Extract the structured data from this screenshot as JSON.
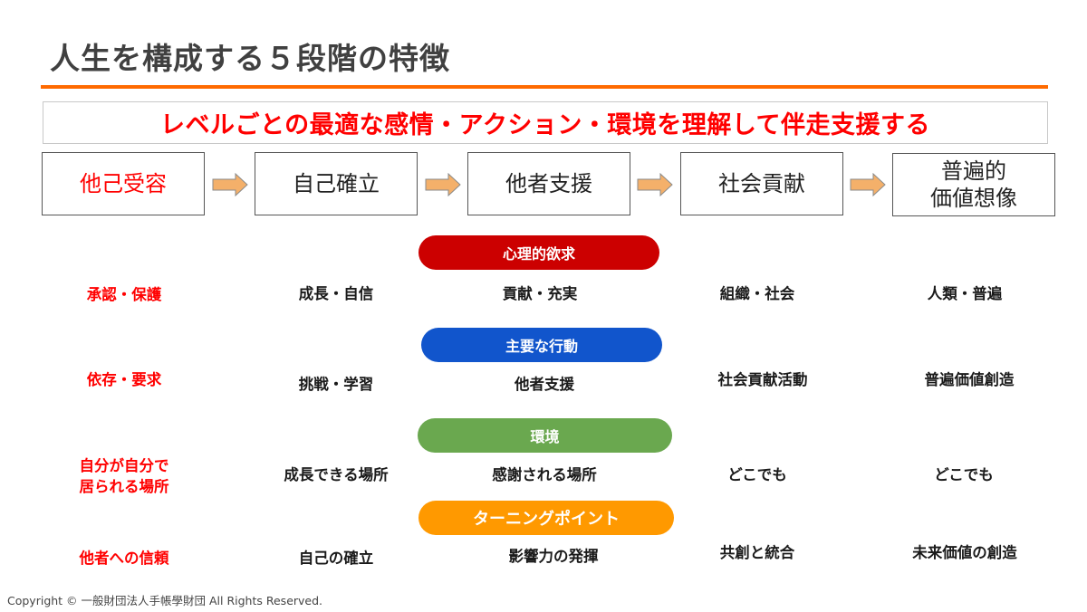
{
  "header": {
    "title": "人生を構成する５段階の特徴",
    "subtitle": "レベルごとの最適な感情・アクション・環境を理解して伴走支援する",
    "rule_color": "#ff6a00"
  },
  "stages": [
    {
      "label": "他己受容",
      "color": "#ff0000"
    },
    {
      "label": "自己確立",
      "color": "#222222"
    },
    {
      "label": "他者支援",
      "color": "#222222"
    },
    {
      "label": "社会貢献",
      "color": "#222222"
    },
    {
      "label_line1": "普遍的",
      "label_line2": "価値想像",
      "color": "#222222"
    }
  ],
  "arrow": {
    "icon": "right-arrow-icon",
    "color": "#f4b06a"
  },
  "categories": [
    {
      "label": "心理的欲求",
      "color": "#cc0000",
      "values": [
        "承認・保護",
        "成長・自信",
        "貢献・充実",
        "組織・社会",
        "人類・普遍"
      ]
    },
    {
      "label": "主要な行動",
      "color": "#1155cc",
      "values": [
        "依存・要求",
        "挑戦・学習",
        "他者支援",
        "社会貢献活動",
        "普遍価値創造"
      ]
    },
    {
      "label": "環境",
      "color": "#6aa84f",
      "values": [
        {
          "line1": "自分が自分で",
          "line2": "居られる場所"
        },
        "成長できる場所",
        "感謝される場所",
        "どこでも",
        "どこでも"
      ]
    },
    {
      "label": "ターニングポイント",
      "color": "#ff9900",
      "values": [
        "他者への信頼",
        "自己の確立",
        "影響力の発揮",
        "共創と統合",
        "未来価値の創造"
      ]
    }
  ],
  "footer": {
    "copyright": "Copyright © 一般財団法人手帳學財団 All Rights Reserved."
  }
}
